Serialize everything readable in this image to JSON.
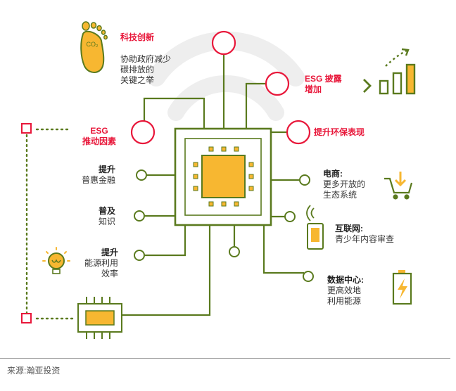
{
  "colors": {
    "line": "#5a7a1e",
    "accent_red": "#e8173a",
    "chip_fill": "#f7b731",
    "wifi_gray": "#eaeaea",
    "text": "#333333"
  },
  "center_chip": {
    "icon": "processor-chip-icon"
  },
  "nodes": {
    "tech_innovation": {
      "title": "科技创新",
      "lines": [
        "协助政府减少",
        "碳排放的",
        "关键之举"
      ],
      "icon": "footprint-co2-icon",
      "icon_text": "CO₂"
    },
    "esg_disclosure": {
      "lines": [
        "ESG 披露",
        "增加"
      ],
      "icon": "growth-bar-chart-icon"
    },
    "esg_driver": {
      "lines": [
        "ESG",
        "推动因素"
      ]
    },
    "env_performance": {
      "title": "提升环保表现"
    },
    "inclusive_finance": {
      "title": "提升",
      "sub": "普惠金融"
    },
    "knowledge": {
      "title": "普及",
      "sub": "知识"
    },
    "energy_efficiency": {
      "title": "提升",
      "lines": [
        "能源利用",
        "效率"
      ],
      "icon": "light-bulb-icon"
    },
    "ecommerce": {
      "title": "电商:",
      "lines": [
        "更多开放的",
        "生态系统"
      ],
      "icon": "shopping-cart-icon"
    },
    "internet": {
      "title": "互联网:",
      "sub": "青少年内容审查",
      "icon": "smartphone-icon"
    },
    "data_center": {
      "title": "数据中心:",
      "lines": [
        "更高效地",
        "利用能源"
      ],
      "icon": "battery-charging-icon"
    },
    "small_chip": {
      "icon": "memory-chip-icon"
    }
  },
  "source": "来源:瀚亚投资"
}
